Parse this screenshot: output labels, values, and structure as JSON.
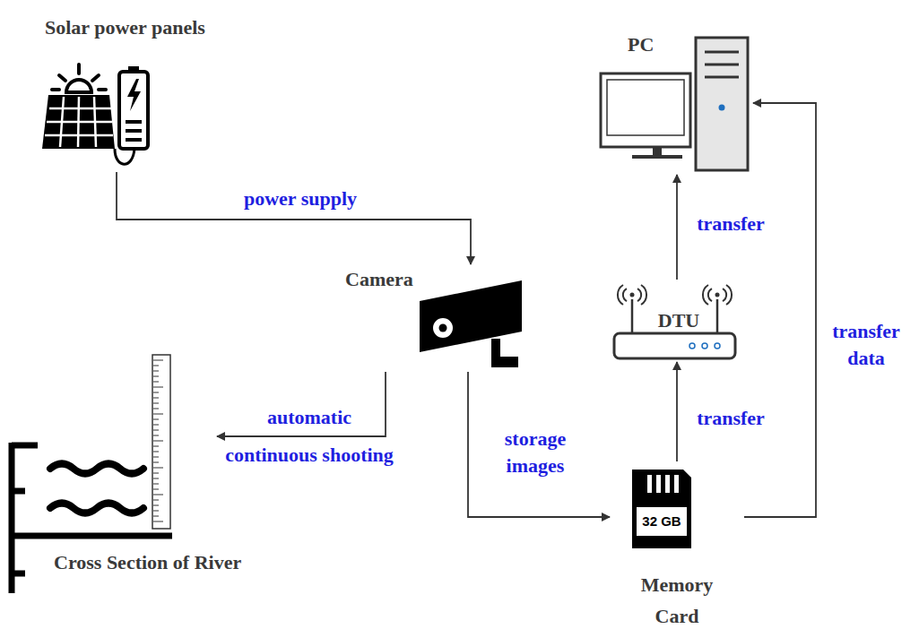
{
  "diagram": {
    "nodes": [
      {
        "text": [
          "Solar power panels"
        ]
      },
      {
        "text": [
          "PC"
        ]
      },
      {
        "text": [
          "Camera"
        ]
      },
      {
        "text": [
          "DTU"
        ]
      },
      {
        "text": [
          "Cross Section of River"
        ]
      },
      {
        "text": [
          "32 GB",
          "Memory Card"
        ]
      }
    ],
    "edges": [
      {
        "from": 0,
        "to": 2,
        "label": "power supply",
        "arrow": "to"
      },
      {
        "from": 2,
        "to": 4,
        "label": "automatic continuous shooting",
        "arrow": "to"
      },
      {
        "from": 2,
        "to": 5,
        "label": "storage images",
        "arrow": "to"
      },
      {
        "from": 5,
        "to": 3,
        "label": "transfer",
        "arrow": "to"
      },
      {
        "from": 3,
        "to": 1,
        "label": "transfer",
        "arrow": "to"
      },
      {
        "from": 5,
        "to": 1,
        "label": "transfer data",
        "arrow": "to"
      }
    ]
  }
}
